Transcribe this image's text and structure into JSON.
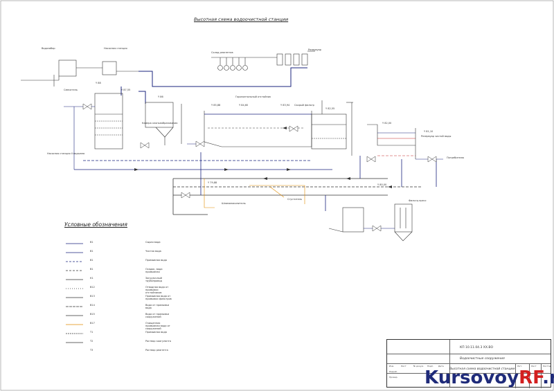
{
  "title": "Высотная схема водоочистной станции",
  "legend": {
    "heading": "Условные обозначения",
    "items": [
      {
        "code": "В1",
        "name": "Сырая вода"
      },
      {
        "code": "В1",
        "name": "Чистая вода"
      },
      {
        "code": "В1",
        "name": "Промывная вода"
      },
      {
        "code": "В1",
        "name": "Осадок, вода промывная"
      },
      {
        "code": "К1",
        "name": "Загрузочный трубопровод"
      },
      {
        "code": "В12",
        "name": "Отводная вода от промывки отстойников"
      },
      {
        "code": "В13",
        "name": "Промывная вода от промывки фильтров"
      },
      {
        "code": "В14",
        "name": "Вода от промывки вода"
      },
      {
        "code": "В15",
        "name": "Вода от промывки сооружений"
      },
      {
        "code": "В17",
        "name": "Очищенная промывная вода от сооружений"
      },
      {
        "code": "Т1",
        "name": "Промывная вода"
      },
      {
        "code": "Т2",
        "name": "Раствор коагулянта"
      },
      {
        "code": "Т3",
        "name": "Раствор реагента"
      }
    ]
  },
  "labels": {
    "source": "Водозабор",
    "reservoir": "Насосная станция",
    "tank": "Резервуар",
    "mixer": "Смеситель",
    "chamber": "Камера хлопьеобразования",
    "clarifier": "Горизонтальный отстойник",
    "filter": "Скорый фильтр",
    "clean_tank": "Резервуар чистой воды",
    "pump2": "Насосная станция II подъема",
    "sludge": "Шламонакопитель",
    "thickener": "Сгуститель",
    "reagents": "Склад реагентов",
    "consumer": "Потребителю",
    "press": "Фильтр-пресс"
  },
  "elevations": [
    "Y 88",
    "Y 87,55",
    "Y 86",
    "Y 85,88",
    "Y 84,60",
    "Y 83,94",
    "Y 82,55",
    "Y 82,00",
    "Y 81,10",
    "Y 80,00",
    "Y 79,88"
  ],
  "title_block": {
    "doc_code": "КП 10.11.04.3 XX.ВО",
    "project": "Водоочистные сооружения",
    "sheet": "Высотная схема водоочистной станции",
    "cells": [
      "Изм.",
      "Лист",
      "№ докум.",
      "Подп.",
      "Дата",
      "Разраб.",
      "Провер.",
      "Лит.",
      "Лист",
      "Листов"
    ]
  },
  "watermark": {
    "main": "Kursovoy",
    "accent": "RF",
    "suffix": ".ru"
  },
  "colors": {
    "water": "#1a237e",
    "line": "#333333",
    "sludge": "#c62828",
    "accent": "#d21f1f"
  }
}
